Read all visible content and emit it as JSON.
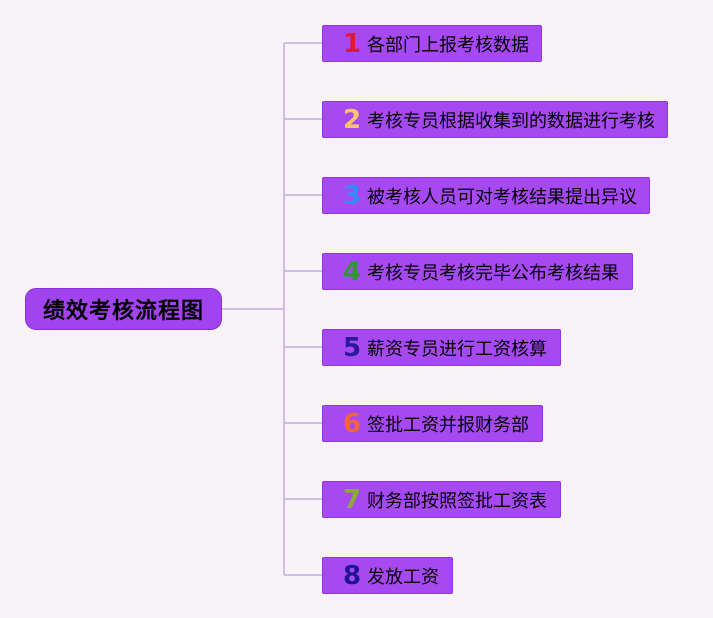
{
  "root": {
    "title": "绩效考核流程图",
    "color": "#a243f0"
  },
  "connector_color": "#c9a9e0",
  "steps": [
    {
      "number": "1",
      "label": "各部门上报考核数据",
      "number_color": "#e5153a"
    },
    {
      "number": "2",
      "label": "考核专员根据收集到的数据进行考核",
      "number_color": "#f7c56a"
    },
    {
      "number": "3",
      "label": "被考核人员可对考核结果提出异议",
      "number_color": "#2f8cf0"
    },
    {
      "number": "4",
      "label": "考核专员考核完毕公布考核结果",
      "number_color": "#2e9a2e"
    },
    {
      "number": "5",
      "label": "薪资专员进行工资核算",
      "number_color": "#2a1a9a"
    },
    {
      "number": "6",
      "label": "签批工资并报财务部",
      "number_color": "#f2643a"
    },
    {
      "number": "7",
      "label": "财务部按照签批工资表",
      "number_color": "#8cab34"
    },
    {
      "number": "8",
      "label": "发放工资",
      "number_color": "#1f1496"
    }
  ]
}
